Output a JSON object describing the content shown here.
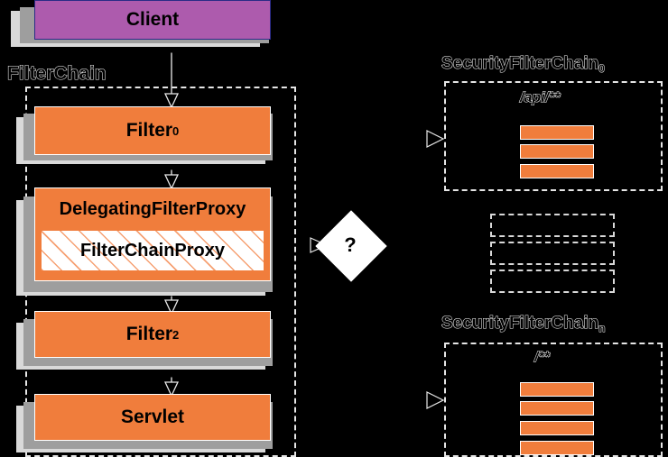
{
  "diagram": {
    "title": "Spring Security FilterChainProxy delegation",
    "background_color": "#000000",
    "colors": {
      "orange": "#f07d3c",
      "client_purple": "#ad5bad",
      "client_border": "#2b2b86",
      "outline_white": "#ffffff",
      "shadow_light": "#d9d9d9",
      "shadow_dark": "#9e9e9e"
    }
  },
  "left_column": {
    "container_label": "FilterChain",
    "client": {
      "label": "Client"
    },
    "nodes": [
      {
        "label": "Filter",
        "subscript": "0"
      },
      {
        "label": "DelegatingFilterProxy",
        "inner_label": "FilterChainProxy"
      },
      {
        "label": "Filter",
        "subscript": "2"
      },
      {
        "label": "Servlet",
        "subscript": ""
      }
    ]
  },
  "decision": {
    "label": "?"
  },
  "right_column": {
    "chains": [
      {
        "name": "SecurityFilterChain",
        "subscript": "0",
        "path": "/api/**",
        "filter_count": 3
      },
      {
        "name": "SecurityFilterChain",
        "subscript": "n",
        "path": "/**",
        "filter_count": 4
      }
    ],
    "ellipsis_placeholder_count": 3
  }
}
